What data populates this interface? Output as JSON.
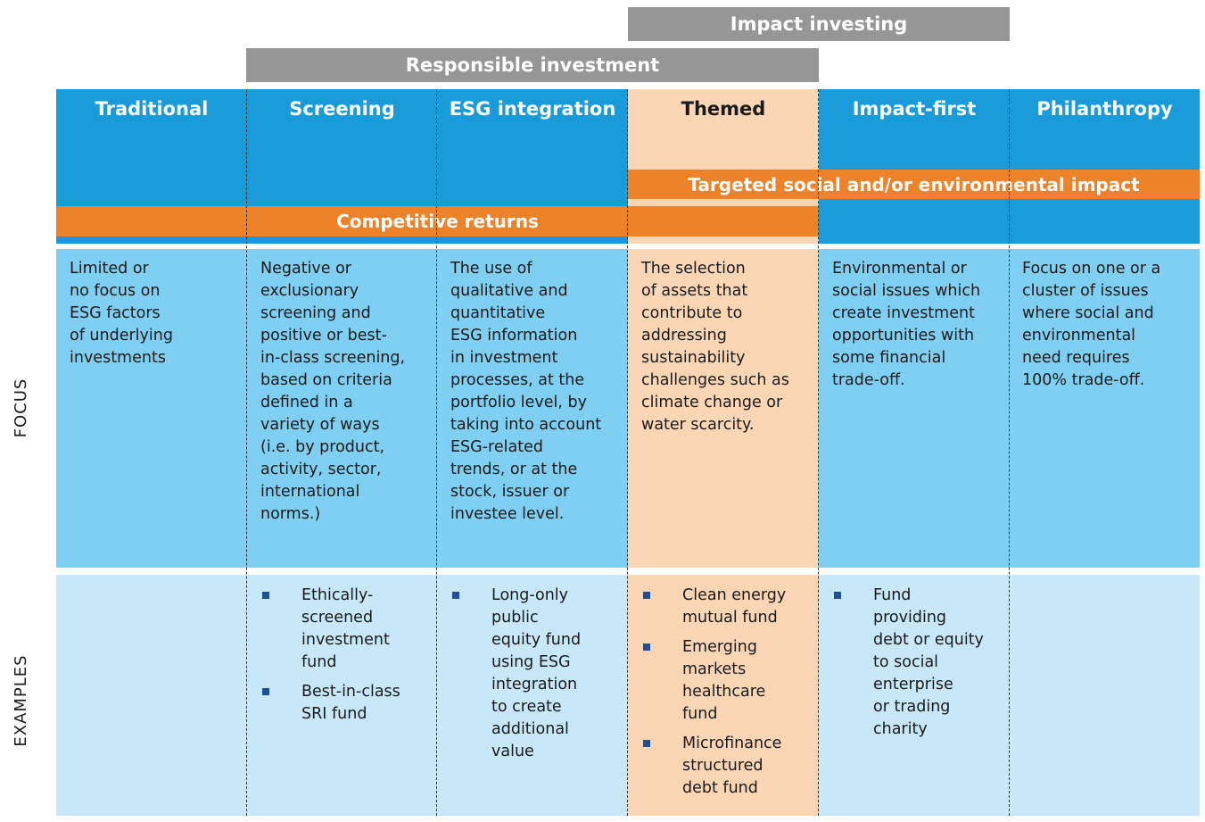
{
  "bands": {
    "impact_investing": "Impact investing",
    "responsible_investment": "Responsible investment",
    "targeted_impact": "Targeted social and/or environmental impact",
    "competitive_returns": "Competitive returns"
  },
  "rows": {
    "focus": "FOCUS",
    "examples": "EXAMPLES"
  },
  "columns": [
    {
      "title": "Traditional",
      "focus": "Limited or\nno focus on\nESG factors\nof underlying\ninvestments",
      "examples": []
    },
    {
      "title": "Screening",
      "focus": "Negative or\nexclusionary\nscreening and\npositive or best-\nin-class screening,\nbased on criteria\ndefined in a\nvariety of ways\n(i.e. by product,\nactivity, sector,\ninternational\nnorms.)",
      "examples": [
        "Ethically-\nscreened\ninvestment\nfund",
        "Best-in-class\nSRI fund"
      ]
    },
    {
      "title": "ESG integration",
      "focus": "The use of\nqualitative and\nquantitative\nESG information\nin investment\nprocesses, at the\nportfolio level, by\ntaking into account\nESG-related\ntrends, or at the\nstock, issuer or\ninvestee level.",
      "examples": [
        "Long-only\npublic\nequity fund\nusing ESG\nintegration\nto create\nadditional\nvalue"
      ]
    },
    {
      "title": "Themed",
      "focus": "The selection\nof assets that\ncontribute to\naddressing\nsustainability\nchallenges such as\nclimate change or\nwater scarcity.",
      "examples": [
        "Clean energy\nmutual fund",
        "Emerging\nmarkets\nhealthcare\nfund",
        "Microfinance\nstructured\ndebt fund"
      ]
    },
    {
      "title": "Impact-first",
      "focus": "Environmental or\nsocial issues which\ncreate investment\nopportunities with\nsome financial\ntrade-off.",
      "examples": [
        "Fund\nproviding\ndebt or equity\nto social\nenterprise\nor trading\ncharity"
      ]
    },
    {
      "title": "Philanthropy",
      "focus": "Focus on one or a\ncluster of issues\nwhere  social and\nenvironmental\nneed requires\n100% trade-off.",
      "examples": []
    }
  ],
  "colors": {
    "header_blue": "#1a9bd9",
    "focus_blue": "#7ecff2",
    "examples_blue": "#c6e8f9",
    "themed_peach": "#fbd6b5",
    "orange": "#ee8228",
    "grey": "#969696",
    "bullet": "#1e4f9c"
  }
}
